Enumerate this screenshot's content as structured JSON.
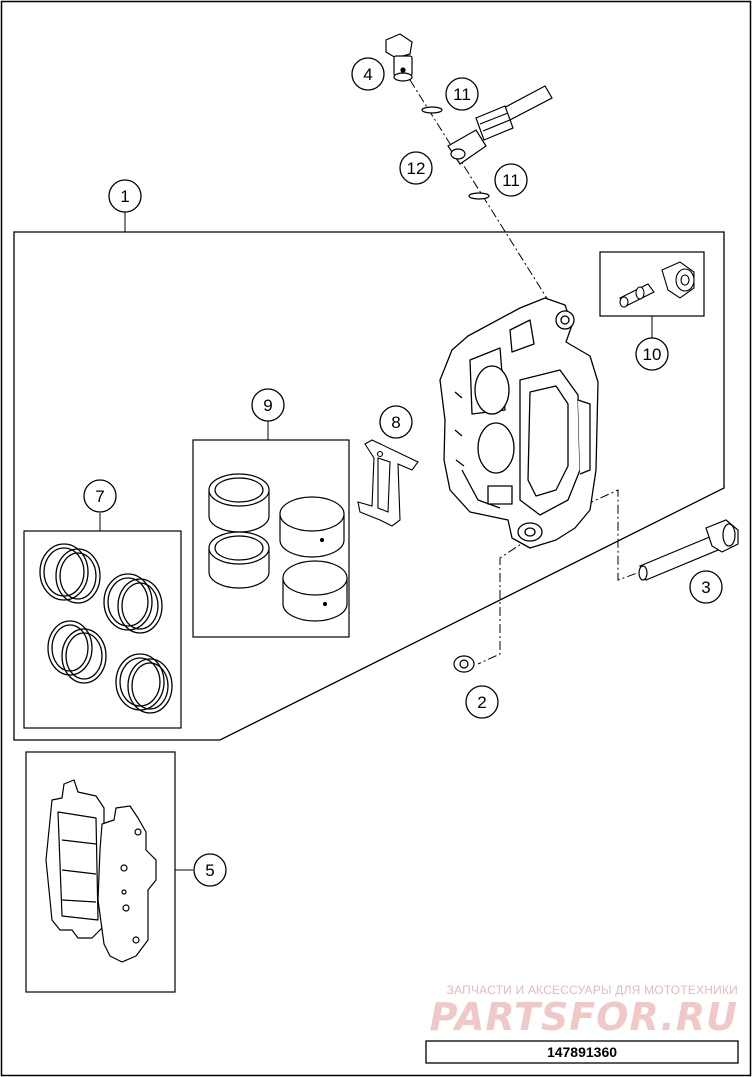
{
  "callouts": [
    {
      "id": "c1",
      "label": "1"
    },
    {
      "id": "c2",
      "label": "2"
    },
    {
      "id": "c3",
      "label": "3"
    },
    {
      "id": "c4",
      "label": "4"
    },
    {
      "id": "c5",
      "label": "5"
    },
    {
      "id": "c7",
      "label": "7"
    },
    {
      "id": "c8",
      "label": "8"
    },
    {
      "id": "c9",
      "label": "9"
    },
    {
      "id": "c10",
      "label": "10"
    },
    {
      "id": "c11a",
      "label": "11"
    },
    {
      "id": "c11b",
      "label": "11"
    },
    {
      "id": "c12",
      "label": "12"
    }
  ],
  "watermark": {
    "tagline": "ЗАПЧАСТИ И АКСЕССУАРЫ ДЛЯ МОТОТЕХНИКИ",
    "brand": "PARTSFOR.RU"
  },
  "document_number": "147891360"
}
